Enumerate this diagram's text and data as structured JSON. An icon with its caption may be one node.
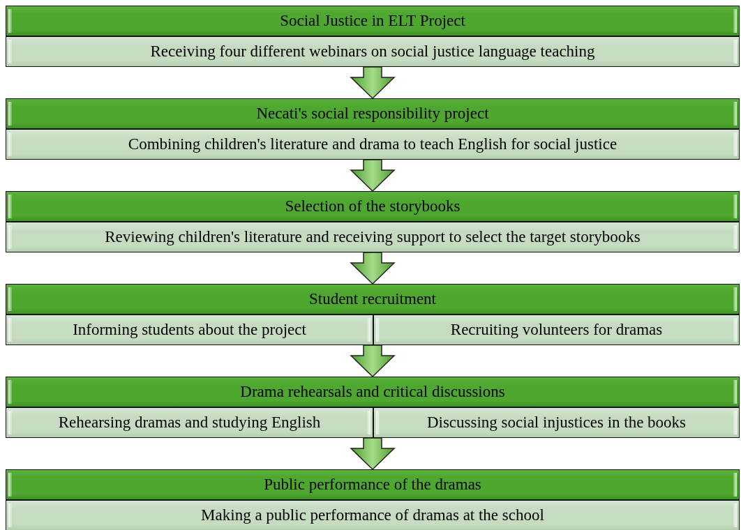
{
  "diagram": {
    "nodes": [
      {
        "text": [
          "Social Justice in ELT Project"
        ]
      },
      {
        "text": [
          "Receiving four different webinars on social justice language teaching"
        ]
      },
      {
        "text": [
          "Necati's social responsibility project"
        ]
      },
      {
        "text": [
          "Combining children's literature and drama to teach English for social justice"
        ]
      },
      {
        "text": [
          "Selection of the storybooks"
        ]
      },
      {
        "text": [
          "Reviewing children's literature and receiving support to select the target storybooks"
        ]
      },
      {
        "text": [
          "Student recruitment"
        ]
      },
      {
        "text": [
          "Informing students about the project"
        ]
      },
      {
        "text": [
          "Recruiting volunteers for dramas"
        ]
      },
      {
        "text": [
          "Drama rehearsals and critical discussions"
        ]
      },
      {
        "text": [
          "Rehearsing dramas and studying English"
        ]
      },
      {
        "text": [
          "Discussing social injustices in the books"
        ]
      },
      {
        "text": [
          "Public performance of the dramas"
        ]
      },
      {
        "text": [
          "Making a public performance of dramas at the school"
        ]
      }
    ],
    "edges": [
      {
        "from": 1,
        "to": 2,
        "arrow": "to"
      },
      {
        "from": 3,
        "to": 4,
        "arrow": "to"
      },
      {
        "from": 5,
        "to": 6,
        "arrow": "to"
      },
      {
        "from": 7,
        "to": 9,
        "arrow": "to"
      },
      {
        "from": 8,
        "to": 9,
        "arrow": "to"
      },
      {
        "from": 10,
        "to": 12,
        "arrow": "to"
      },
      {
        "from": 11,
        "to": 12,
        "arrow": "to"
      }
    ]
  }
}
